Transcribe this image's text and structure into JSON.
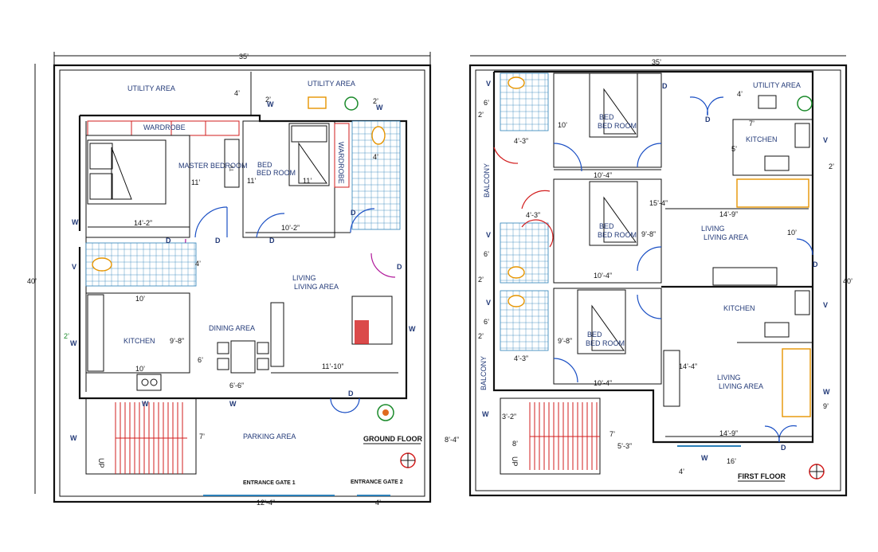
{
  "ground_floor": {
    "title": "GROUND FLOOR",
    "overall_width": "35’",
    "overall_depth": "40’",
    "rooms": {
      "utility_left": "UTILITY AREA",
      "utility_right": "UTILITY AREA",
      "wardrobe_top": "WARDROBE",
      "master_bedroom": "MASTER BEDROOM",
      "bed_room": "BED ROOM",
      "wardrobe_side": "WARDROBE",
      "living_area": "LIVING AREA",
      "dining_area": "DINING AREA",
      "kitchen": "KITCHEN",
      "parking_area": "PARKING AREA"
    },
    "dimensions": {
      "setback_top": "4’",
      "w1": "2’",
      "w2": "2’",
      "m_bed_height": "11’",
      "bed_height_a": "11’",
      "bed_height_b": "11’",
      "m_bed_width": "14’-2”",
      "bed_width": "10’-2”",
      "toilet_height": "4’",
      "kitchen_width": "10’",
      "kitchen_height": "9’-8”",
      "kitchen_bottom": "10’",
      "living_width": "11’-10”",
      "dining_height": "6’",
      "dining_width": "6’-6”",
      "parking_height": "7’",
      "gate1_width": "12’-4”",
      "gate2_width": "4’",
      "w_kitchen": "2’",
      "toilet_w": "4’"
    },
    "gates": {
      "gate1": "ENTRANCE GATE 1",
      "gate2": "ENTRANCE GATE 2"
    },
    "marks": {
      "d": "D",
      "w": "W",
      "v": "V",
      "up": "UP"
    }
  },
  "first_floor": {
    "title": "FIRST FLOOR",
    "overall_width": "35’",
    "overall_depth": "40’",
    "rooms": {
      "bed_room_1": "BED ROOM",
      "bed_room_2": "BED ROOM",
      "bed_room_3": "BED ROOM",
      "utility_area": "UTILITY AREA",
      "kitchen_1": "KITCHEN",
      "kitchen_2": "KITCHEN",
      "living_area_1": "LIVING AREA",
      "living_area_2": "LIVING AREA",
      "balcony_1": "BALCONY",
      "balcony_2": "BALCONY"
    },
    "dimensions": {
      "t1_height": "6’",
      "t1_w": "2’",
      "t1_w2": "4’-3”",
      "bed1_height": "10’",
      "bed1_width": "10’-4”",
      "t2_w": "4’-3”",
      "t2_height": "6’",
      "t2_w2": "2’",
      "bed2_height": "15’-4”",
      "bed2_inner": "9’-8”",
      "bed2_width": "10’-4”",
      "t3_height": "6’",
      "t3_w": "2’",
      "t3_w2": "4’-3”",
      "bed3_height": "9’-8”",
      "bed3_width": "10’-4”",
      "utility_setback": "4’",
      "kitchen1_width": "7’",
      "kitchen1_height": "5’",
      "side_w": "2’",
      "living1_width": "14’-9”",
      "living1_height": "10’",
      "living2_height": "14’-4”",
      "living2_side": "9’",
      "living2_width": "14’-9”",
      "stair_width": "3’-2”",
      "stair_height": "8’",
      "stair_h2": "7’",
      "landing": "5’-3”",
      "front_setback": "4’",
      "front_width": "16’",
      "left_total": "8’-4”"
    },
    "marks": {
      "d": "D",
      "w": "W",
      "v": "V",
      "up": "UP"
    }
  }
}
